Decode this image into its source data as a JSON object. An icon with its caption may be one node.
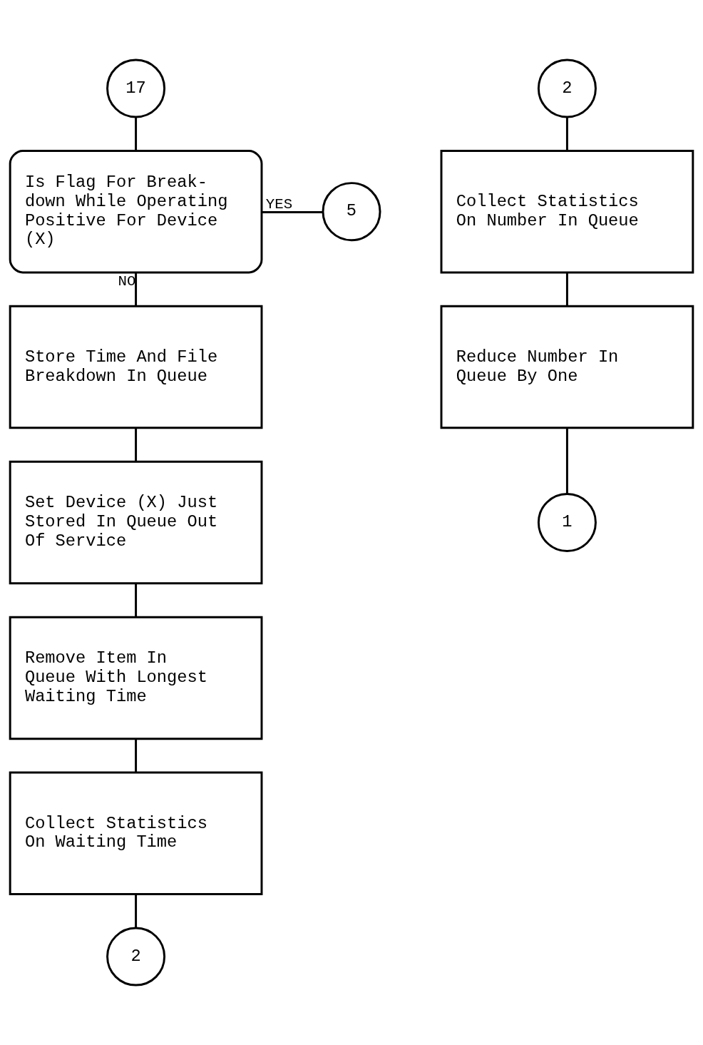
{
  "diagram": {
    "nodes": [
      {
        "text": [
          "17"
        ]
      },
      {
        "text": [
          "Is Flag For Break- down While Operating Positive For Device (X)"
        ]
      },
      {
        "text": [
          "5"
        ]
      },
      {
        "text": [
          "Store Time And File Breakdown In Queue"
        ]
      },
      {
        "text": [
          "Set Device (X) Just Stored In Queue Out Of Service"
        ]
      },
      {
        "text": [
          "Remove Item In Queue With Longest Waiting Time"
        ]
      },
      {
        "text": [
          "Collect Statistics On Waiting Time"
        ]
      },
      {
        "text": [
          "2"
        ]
      },
      {
        "text": [
          "2"
        ]
      },
      {
        "text": [
          "Collect Statistics On Number In Queue"
        ]
      },
      {
        "text": [
          "Reduce Number In Queue By One"
        ]
      },
      {
        "text": [
          "1"
        ]
      }
    ],
    "edges": [
      {
        "from": 0,
        "to": 1,
        "arrow": "none"
      },
      {
        "from": 1,
        "to": 2,
        "arrow": "none",
        "label": "YES"
      },
      {
        "from": 1,
        "to": 3,
        "arrow": "none",
        "label": "NO"
      },
      {
        "from": 3,
        "to": 4,
        "arrow": "none"
      },
      {
        "from": 4,
        "to": 5,
        "arrow": "none"
      },
      {
        "from": 5,
        "to": 6,
        "arrow": "none"
      },
      {
        "from": 6,
        "to": 7,
        "arrow": "none"
      },
      {
        "from": 8,
        "to": 9,
        "arrow": "none"
      },
      {
        "from": 9,
        "to": 10,
        "arrow": "none"
      },
      {
        "from": 10,
        "to": 11,
        "arrow": "none"
      }
    ]
  }
}
